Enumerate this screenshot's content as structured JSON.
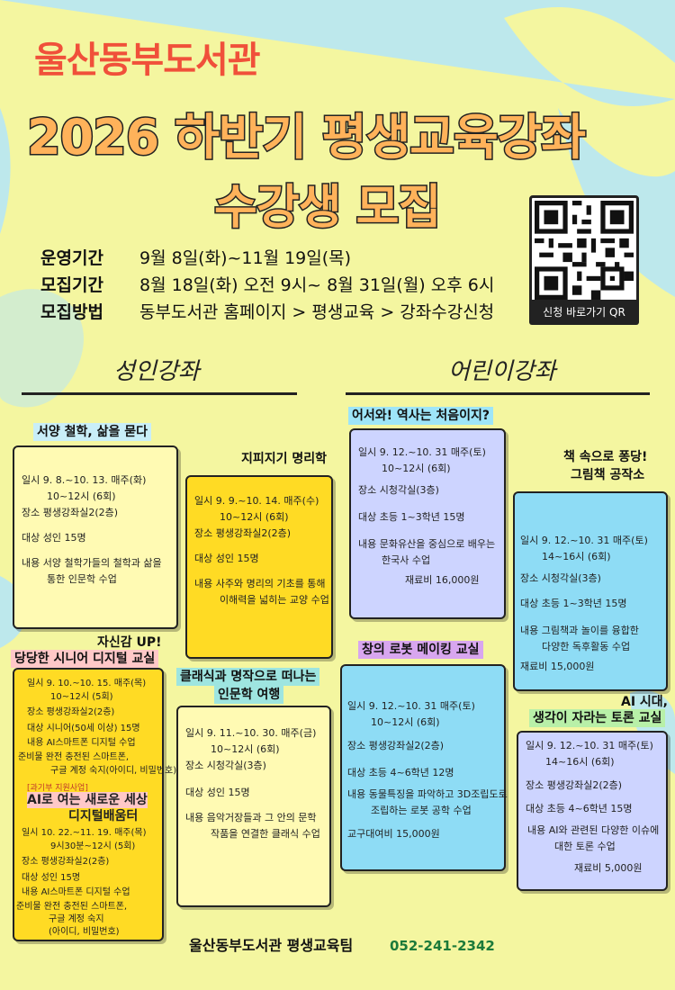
{
  "header": {
    "library_name": "울산동부도서관",
    "title_line1": "2026 하반기 평생교육강좌",
    "title_line2": "수강생 모집"
  },
  "info": [
    {
      "label": "운영기간",
      "value": "9월 8일(화)~11월 19일(목)"
    },
    {
      "label": "모집기간",
      "value": "8월 18일(화) 오전 9시~ 8월 31일(월) 오후 6시"
    },
    {
      "label": "모집방법",
      "value": "동부도서관 홈페이지 > 평생교육 > 강좌수강신청"
    }
  ],
  "qr": {
    "caption": "신청 바로가기 QR"
  },
  "sections": {
    "adult": "성인강좌",
    "kids": "어린이강좌"
  },
  "courses": {
    "c1": {
      "title": "서양 철학, 삶을 묻다",
      "l1": "일시  9. 8.~10. 13. 매주(화)",
      "l2": "10~12시 (6회)",
      "l3": "장소  평생강좌실2(2층)",
      "l4": "대상  성인 15명",
      "l5": "내용  서양 철학가들의 철학과 삶을",
      "l6": "통한 인문학 수업"
    },
    "c2": {
      "title": "지피지기 명리학",
      "l1": "일시  9. 9.~10. 14. 매주(수)",
      "l2": "10~12시 (6회)",
      "l3": "장소  평생강좌실2(2층)",
      "l4": "대상  성인 15명",
      "l5": "내용  사주와 명리의 기초를 통해",
      "l6": "이해력을 넓히는 교양 수업"
    },
    "c3": {
      "title_a": "자신감 UP!",
      "title_b": "당당한 시니어 디지털 교실",
      "l1": "일시  9. 10.~10. 15. 매주(목)",
      "l2": "10~12시 (5회)",
      "l3": "장소  평생강좌실2(2층)",
      "l4": "대상  시니어(50세 이상) 15명",
      "l5": "내용  AI스마트폰 디지털 수업",
      "l6": "준비물  완전 충전된 스마트폰,",
      "l7": "구글 계정 숙지(아이디, 비밀번호)"
    },
    "c4": {
      "badge": "[과기부 지원사업]",
      "title_a": "AI로 여는 새로운 세상",
      "title_b": "디지털배움터",
      "l1": "일시  10. 22.~11. 19. 매주(목)",
      "l2": "9시30분~12시 (5회)",
      "l3": "장소  평생강좌실2(2층)",
      "l4": "대상  성인 15명",
      "l5": "내용  AI스마트폰 디지털 수업",
      "l6": "준비물  완전 충전된 스마트폰,",
      "l7": "구글 계정 숙지",
      "l8": "(아이디, 비밀번호)"
    },
    "c5": {
      "title_a": "클래식과 명작으로 떠나는",
      "title_b": "인문학 여행",
      "l1": "일시  9. 11.~10. 30. 매주(금)",
      "l2": "10~12시 (6회)",
      "l3": "장소  시청각실(3층)",
      "l4": "대상  성인 15명",
      "l5": "내용  음악거장들과 그 안의 문학",
      "l6": "작품을 연결한 클래식 수업"
    },
    "c6": {
      "title": "어서와! 역사는 처음이지?",
      "l1": "일시  9. 12.~10. 31 매주(토)",
      "l2": "10~12시 (6회)",
      "l3": "장소  시청각실(3층)",
      "l4": "대상  초등 1~3학년 15명",
      "l5": "내용  문화유산을 중심으로 배우는",
      "l6": "한국사 수업",
      "fee": "재료비  16,000원"
    },
    "c7": {
      "title_a": "책 속으로 퐁당!",
      "title_b": "그림책 공작소",
      "l1": "일시  9. 12.~10. 31 매주(토)",
      "l2": "14~16시 (6회)",
      "l3": "장소  시청각실(3층)",
      "l4": "대상  초등 1~3학년 15명",
      "l5": "내용  그림책과 놀이를 융합한",
      "l6": "다양한 독후활동 수업",
      "fee": "재료비  15,000원"
    },
    "c8": {
      "title": "창의 로봇 메이킹 교실",
      "l1": "일시  9. 12.~10. 31 매주(토)",
      "l2": "10~12시 (6회)",
      "l3": "장소  평생강좌실2(2층)",
      "l4": "대상  초등 4~6학년 12명",
      "l5": "내용  동물특징을 파악하고 3D조립도로",
      "l6": "조립하는 로봇 공학 수업",
      "fee": "교구대여비  15,000원"
    },
    "c9": {
      "title_a": "AI 시대,",
      "title_b": "생각이 자라는 토론 교실",
      "l1": "일시  9. 12.~10. 31 매주(토)",
      "l2": "14~16시 (6회)",
      "l3": "장소  평생강좌실2(2층)",
      "l4": "대상  초등 4~6학년 15명",
      "l5": "내용  AI와 관련된 다양한 이슈에",
      "l6": "대한 토론 수업",
      "fee": "재료비  5,000원"
    }
  },
  "footer": {
    "team": "울산동부도서관 평생교육팀",
    "phone": "052-241-2342"
  },
  "colors": {
    "background": "#f4f6a0",
    "sky": "#bde8ec",
    "adult_card": "#fffab3",
    "adult_card_strong": "#ffdb24",
    "kids_card_purple": "#cdd4ff",
    "kids_card_blue": "#8edcf5",
    "title_fill": "#ffb25a",
    "library_name": "#f0503a"
  }
}
